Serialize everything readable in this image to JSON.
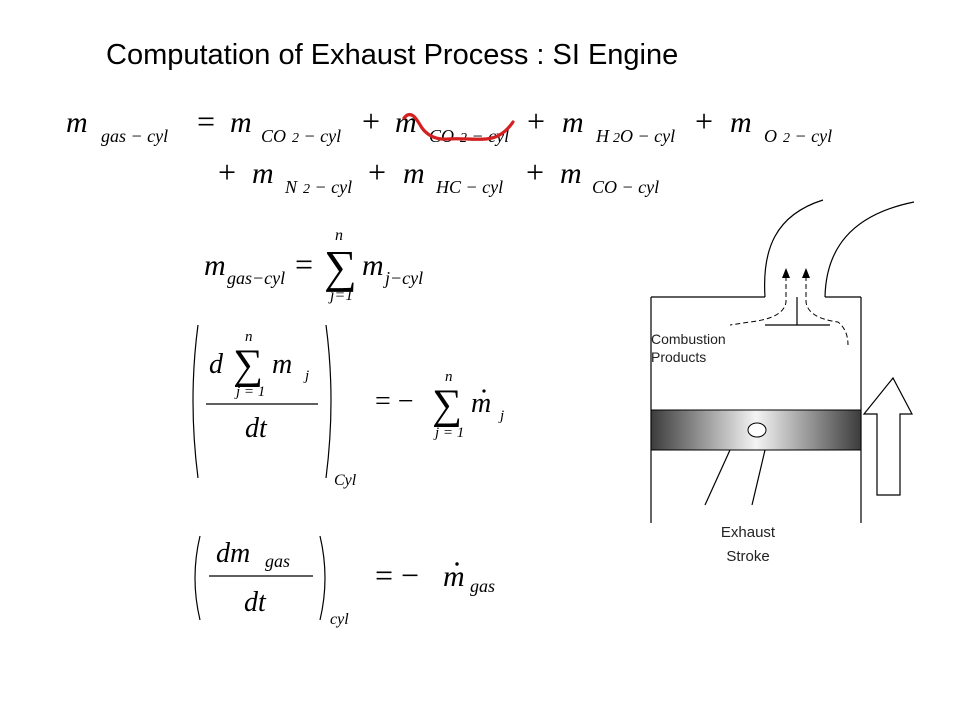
{
  "title": "Computation of Exhaust Process : SI Engine",
  "equations": {
    "eq1": {
      "lhs_m": "m",
      "lhs_sub": "gas − cyl",
      "line1": [
        {
          "op": "=",
          "m": "m",
          "sub": "CO",
          "sub2": "2",
          "sub3": " − cyl"
        },
        {
          "op": "+",
          "m": "m",
          "sub": "CO",
          "sub2": "2",
          "sub3": " − cyl",
          "struck": true
        },
        {
          "op": "+",
          "m": "m",
          "sub": "H",
          "sub2": "2",
          "sub3": "O − cyl"
        },
        {
          "op": "+",
          "m": "m",
          "sub": "O",
          "sub2": "2",
          "sub3": " − cyl"
        }
      ],
      "line2": [
        {
          "op": "+",
          "m": "m",
          "sub": "N",
          "sub2": "2",
          "sub3": " − cyl"
        },
        {
          "op": "+",
          "m": "m",
          "sub": "HC",
          "sub2": "",
          "sub3": " − cyl"
        },
        {
          "op": "+",
          "m": "m",
          "sub": "CO",
          "sub2": "",
          "sub3": " − cyl"
        }
      ]
    },
    "eq2": {
      "lhs_m": "m",
      "lhs_sub": "gas−cyl",
      "eq": "=",
      "sigma": "∑",
      "upper": "n",
      "lower": "j=1",
      "rhs_m": "m",
      "rhs_sub": "j−cyl"
    },
    "eq3": {
      "d": "d",
      "sigma": "∑",
      "upper": "n",
      "lower": "j = 1",
      "m": "m",
      "m_sub": "j",
      "dt": "dt",
      "paren_sub": "Cyl",
      "eq": "= −",
      "rhs_sigma": "∑",
      "rhs_upper": "n",
      "rhs_lower": "j = 1",
      "rhs_m": "m",
      "rhs_sub": "j"
    },
    "eq4": {
      "num": "dm",
      "num_sub": "gas",
      "den": "dt",
      "paren_sub": "cyl",
      "eq": "= −",
      "rhs_m": "m",
      "rhs_sub": "gas"
    }
  },
  "diagram": {
    "label_products_1": "Combustion",
    "label_products_2": "Products",
    "label_stroke_1": "Exhaust",
    "label_stroke_2": "Stroke"
  },
  "colors": {
    "strike": "#d42020",
    "text": "#000000"
  }
}
